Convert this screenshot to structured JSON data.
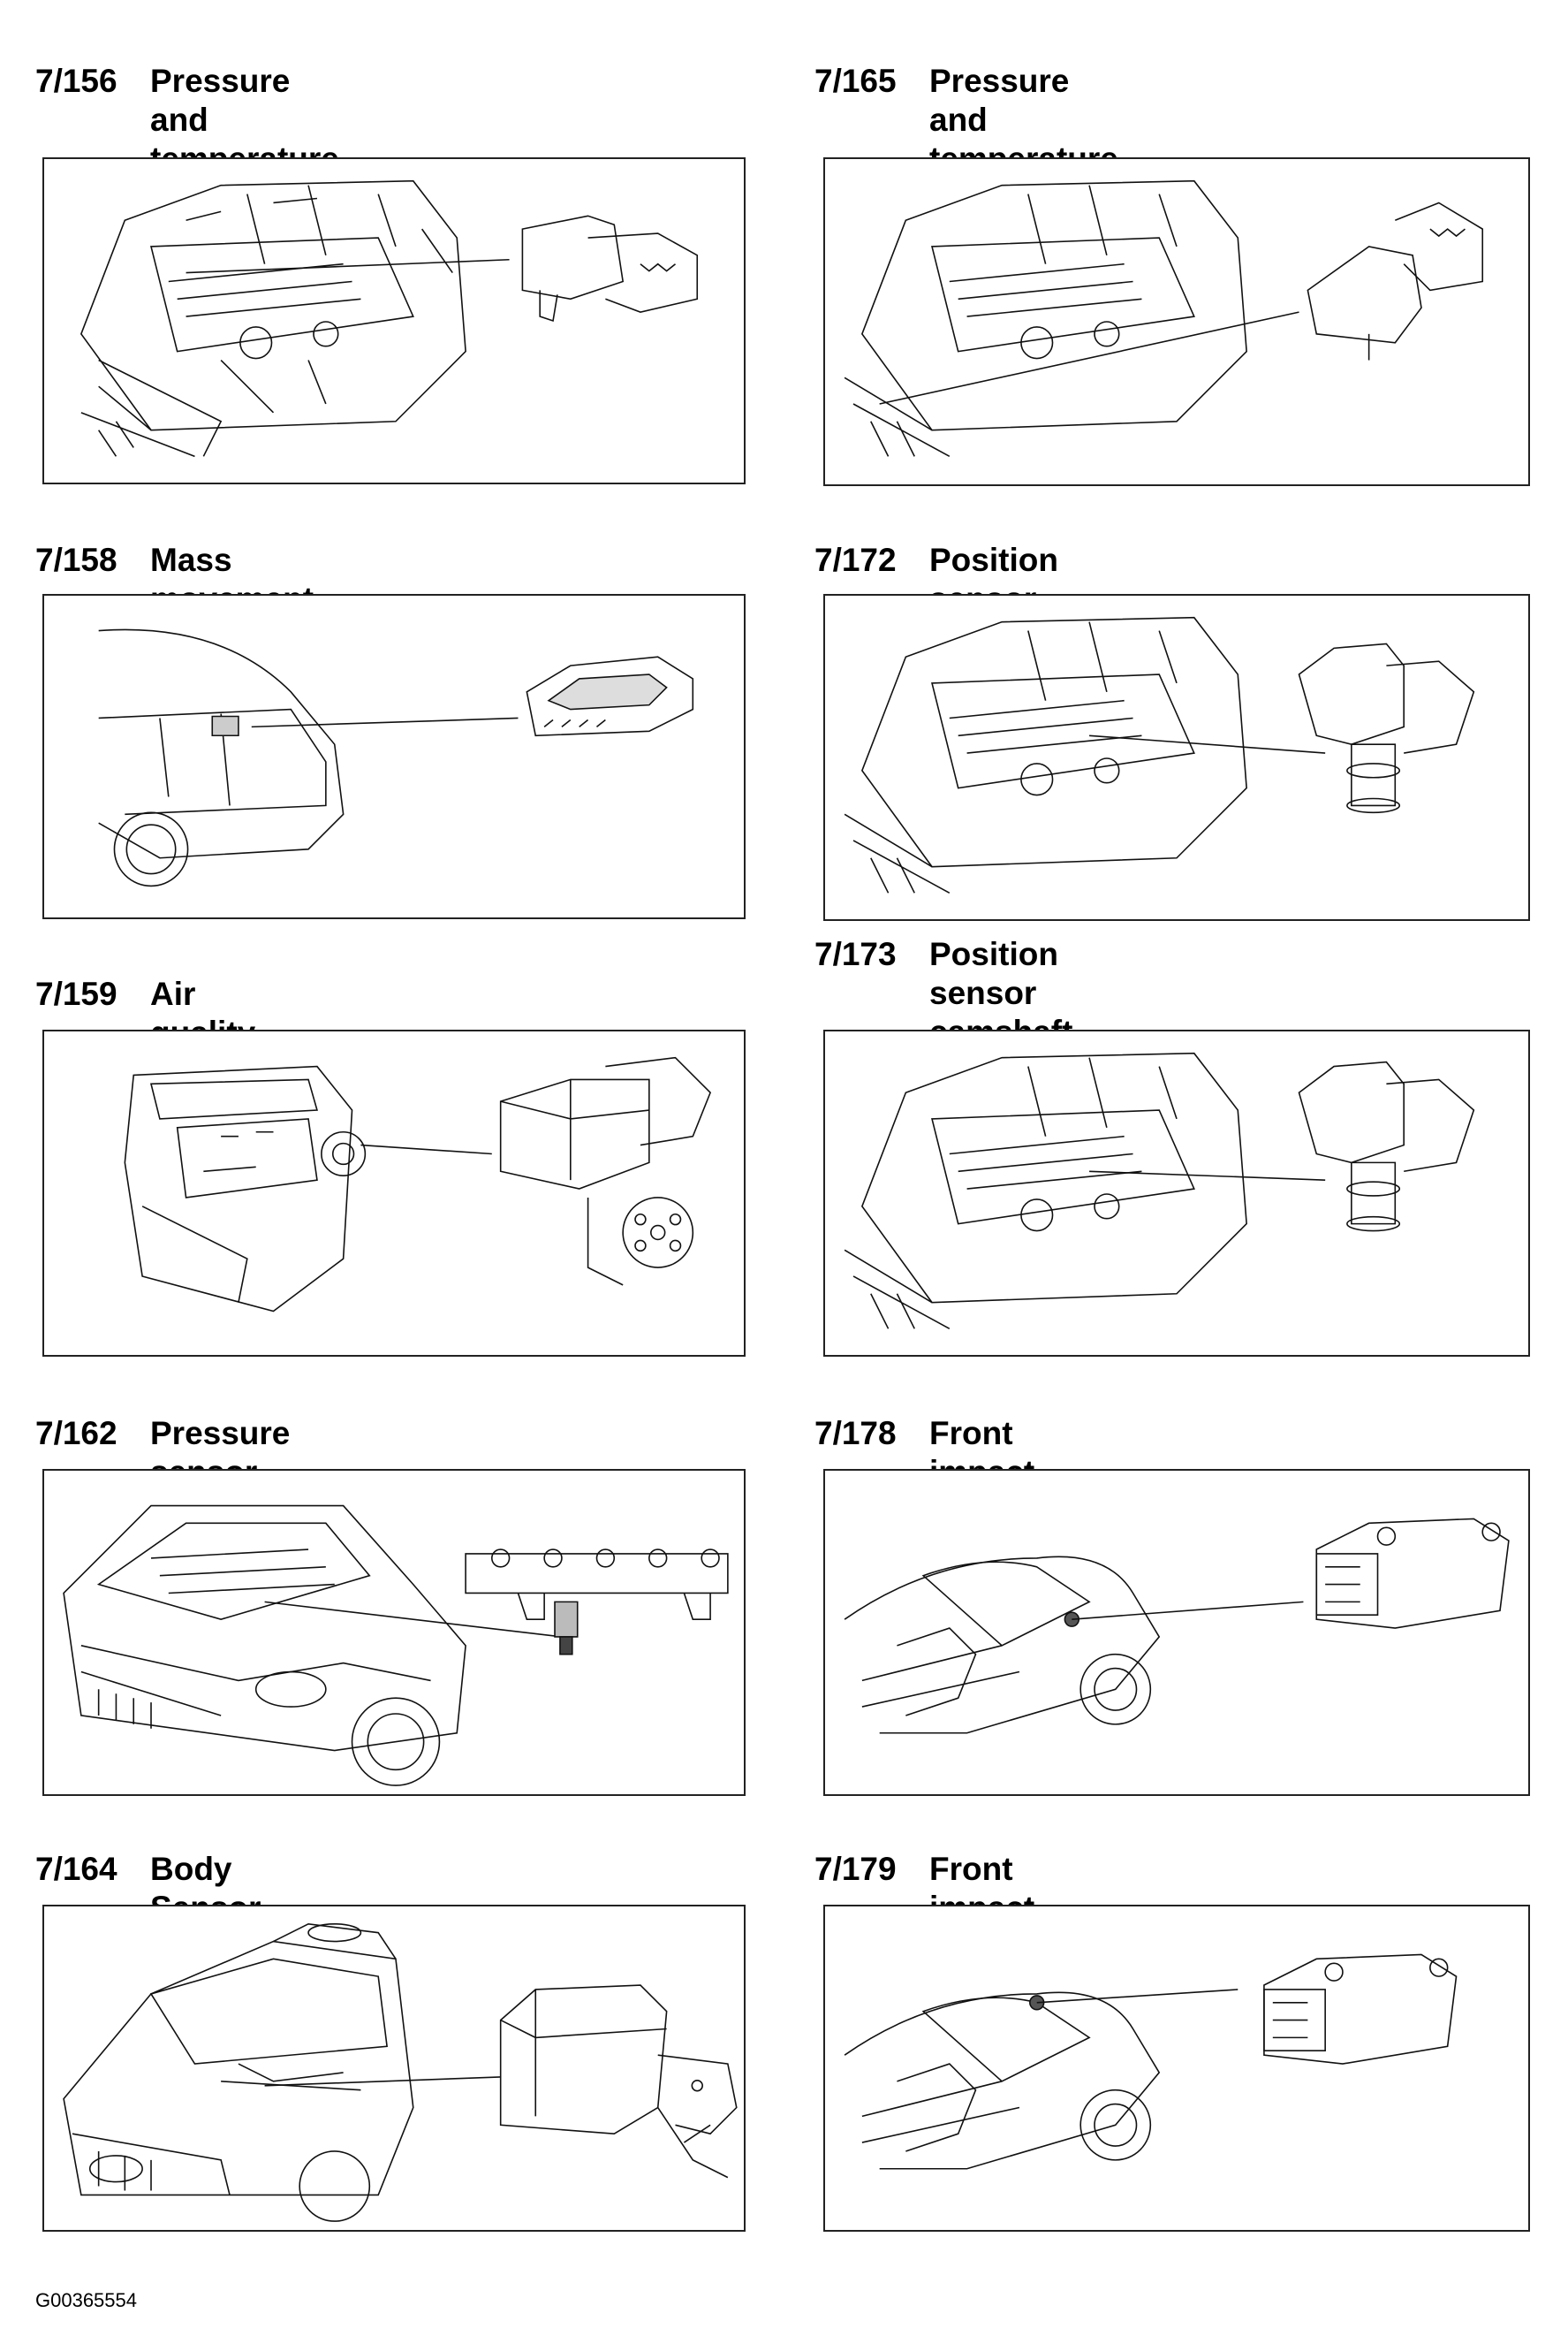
{
  "items": {
    "i156": {
      "code": "7/156",
      "title": "Pressure and temperature sensor\nfuel, Turbo",
      "illustration": "engine-bay-with-pressure-temperature-sensor"
    },
    "i158": {
      "code": "7/158",
      "title": "Mass movement sensor rear",
      "illustration": "wagon-rear-with-control-module"
    },
    "i159": {
      "code": "7/159",
      "title": "Air quality sensor",
      "illustration": "climate-unit-with-air-quality-sensor"
    },
    "i162": {
      "code": "7/162",
      "title": "Pressure sensor, fuel line",
      "illustration": "car-front-with-fuel-rail-sensor"
    },
    "i164": {
      "code": "7/164",
      "title": "Body Sensor Cluster (BSC)",
      "illustration": "sedan-with-body-sensor-cluster"
    },
    "i165": {
      "code": "7/165",
      "title": "Pressure and temperature sensor,\nintake manifold",
      "illustration": "engine-bay-with-manifold-sensor"
    },
    "i172": {
      "code": "7/172",
      "title": "Position sensor camshaft, intake side",
      "illustration": "engine-bay-with-camshaft-sensor"
    },
    "i173": {
      "code": "7/173",
      "title": "Position sensor camshaft, exhaust\nside",
      "illustration": "engine-bay-with-camshaft-sensor"
    },
    "i178": {
      "code": "7/178",
      "title": "Front impact sensor, right",
      "illustration": "car-outline-with-impact-sensor"
    },
    "i179": {
      "code": "7/179",
      "title": "Front impact sensor, left",
      "illustration": "car-outline-with-impact-sensor"
    }
  },
  "footer_code": "G00365554"
}
